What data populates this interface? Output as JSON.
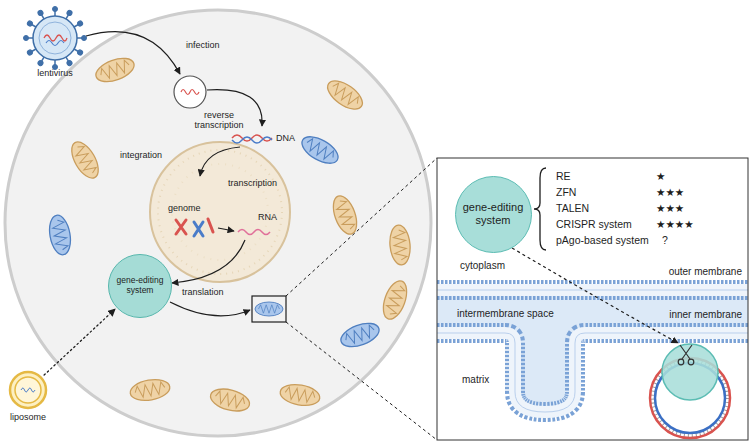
{
  "diagram": {
    "nodes": [
      {
        "text": [
          "lentivirus"
        ]
      },
      {
        "text": [
          "gene-editing system"
        ]
      },
      {
        "text": [
          "liposome"
        ]
      },
      {
        "text": [
          "gene-editing system"
        ]
      }
    ],
    "edges": [
      {
        "from": 2,
        "to": 1,
        "arrow": "to"
      }
    ],
    "labels": [
      "infection",
      "reverse transcription",
      "DNA",
      "integration",
      "genome",
      "transcription",
      "RNA",
      "translation",
      "RE",
      "★",
      "ZFN",
      "★★★",
      "TALEN",
      "★★★",
      "CRISPR system",
      "★★★★",
      "pAgo-based system",
      "?",
      "cytoplasm",
      "outer membrane",
      "intermembrane space",
      "inner membrane",
      "matrix"
    ]
  }
}
